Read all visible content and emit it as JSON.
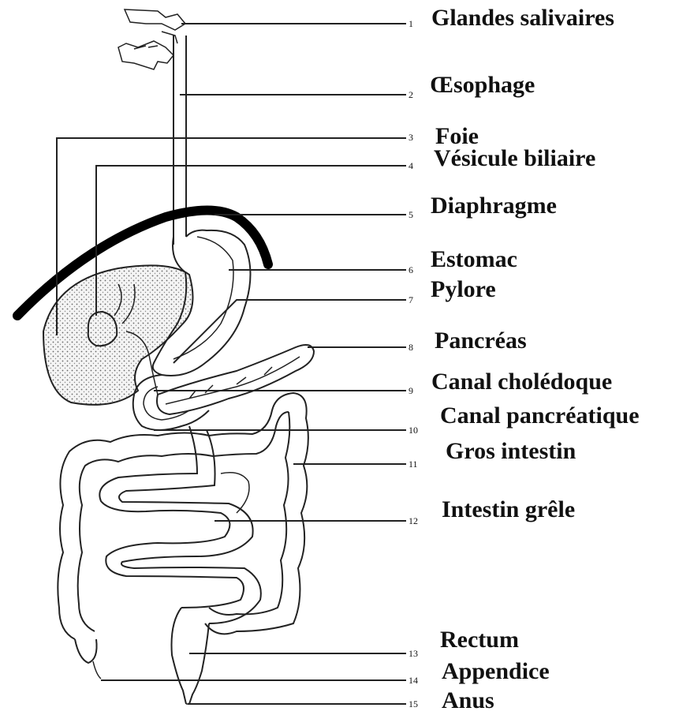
{
  "labels": [
    {
      "num": "1",
      "text": "Glandes salivaires"
    },
    {
      "num": "2",
      "text": "Œsophage"
    },
    {
      "num": "3",
      "text": "Foie"
    },
    {
      "num": "4",
      "text": "Vésicule biliaire"
    },
    {
      "num": "5",
      "text": "Diaphragme"
    },
    {
      "num": "6",
      "text": "Estomac"
    },
    {
      "num": "7",
      "text": "Pylore"
    },
    {
      "num": "8",
      "text": "Pancréas"
    },
    {
      "num": "9",
      "text": "Canal cholédoque"
    },
    {
      "num": "10",
      "text": "Canal pancréatique"
    },
    {
      "num": "11",
      "text": "Gros intestin"
    },
    {
      "num": "12",
      "text": "Intestin grêle"
    },
    {
      "num": "13",
      "text": "Rectum"
    },
    {
      "num": "14",
      "text": "Appendice"
    },
    {
      "num": "15",
      "text": "Anus"
    }
  ]
}
